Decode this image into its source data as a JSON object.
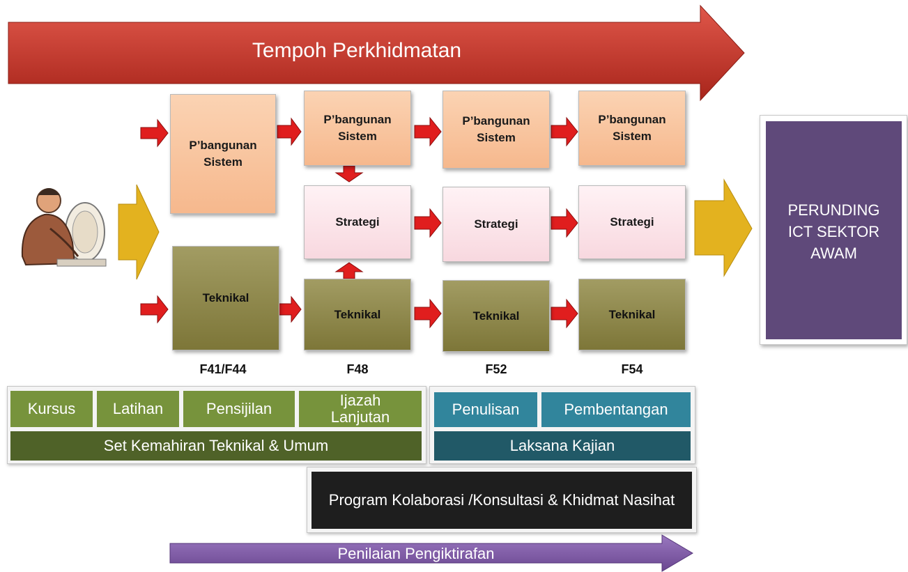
{
  "banner": {
    "label": "Tempoh Perkhidmatan",
    "color": "#c0392b"
  },
  "columns": [
    {
      "grade": "F41/F44",
      "pembangunan": "P’bangunan Sistem",
      "teknikal": "Teknikal"
    },
    {
      "grade": "F48",
      "pembangunan": "P’bangunan Sistem",
      "strategi": "Strategi",
      "teknikal": "Teknikal"
    },
    {
      "grade": "F52",
      "pembangunan": "P’bangunan Sistem",
      "strategi": "Strategi",
      "teknikal": "Teknikal"
    },
    {
      "grade": "F54",
      "pembangunan": "P’bangunan Sistem",
      "strategi": "Strategi",
      "teknikal": "Teknikal"
    }
  ],
  "outcome": {
    "label": "PERUNDING ICT SEKTOR AWAM",
    "color": "#5f497a"
  },
  "skills_panel": {
    "items": [
      "Kursus",
      "Latihan",
      "Pensijilan",
      "Ijazah Lanjutan"
    ],
    "footer": "Set Kemahiran Teknikal & Umum"
  },
  "research_panel": {
    "items": [
      "Penulisan",
      "Pembentangan"
    ],
    "footer": "Laksana Kajian"
  },
  "collaboration": {
    "label": "Program Kolaborasi /Konsultasi & Khidmat Nasihat"
  },
  "assessment": {
    "label": "Penilaian Pengiktirafan",
    "color": "#7f5aa6"
  },
  "icons": {
    "person": "person-at-computer-icon"
  }
}
